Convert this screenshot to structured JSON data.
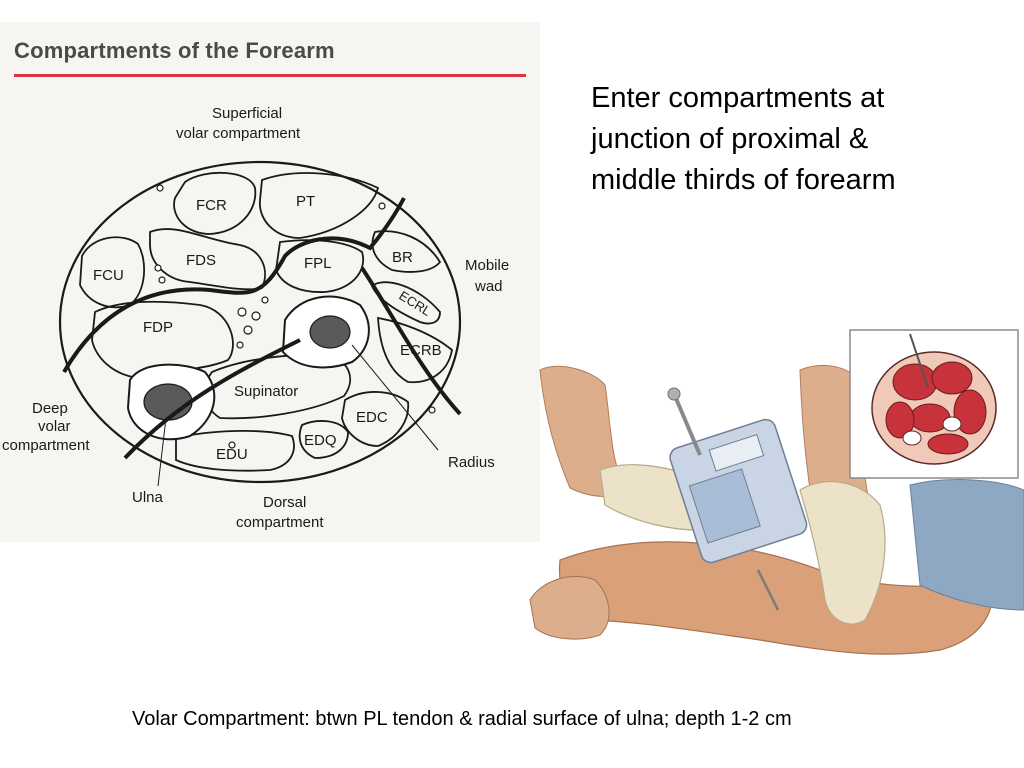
{
  "panel": {
    "title": "Compartments of the Forearm"
  },
  "diagram_labels": {
    "superficial_1": "Superficial",
    "superficial_2": "volar compartment",
    "fcr": "FCR",
    "pt": "PT",
    "fds": "FDS",
    "fpl": "FPL",
    "br": "BR",
    "fcu": "FCU",
    "fdp": "FDP",
    "ecrl": "ECRL",
    "ecrb": "ECRB",
    "mobile_1": "Mobile",
    "mobile_2": "wad",
    "supinator": "Supinator",
    "edc": "EDC",
    "edq": "EDQ",
    "edu": "EDU",
    "radius": "Radius",
    "ulna": "Ulna",
    "deep_1": "Deep",
    "deep_2": "volar",
    "deep_3": "compartment",
    "dorsal_1": "Dorsal",
    "dorsal_2": "compartment"
  },
  "slide": {
    "heading_lines": [
      "Enter compartments at",
      "junction of proximal &",
      "middle thirds of forearm"
    ]
  },
  "caption": "Volar Compartment: btwn PL tendon & radial surface of ulna; depth 1-2 cm",
  "colors": {
    "rule": "#d9343f",
    "muscle_red": "#c8323a",
    "skin": "#d9a079",
    "glove": "#ece2c8"
  }
}
